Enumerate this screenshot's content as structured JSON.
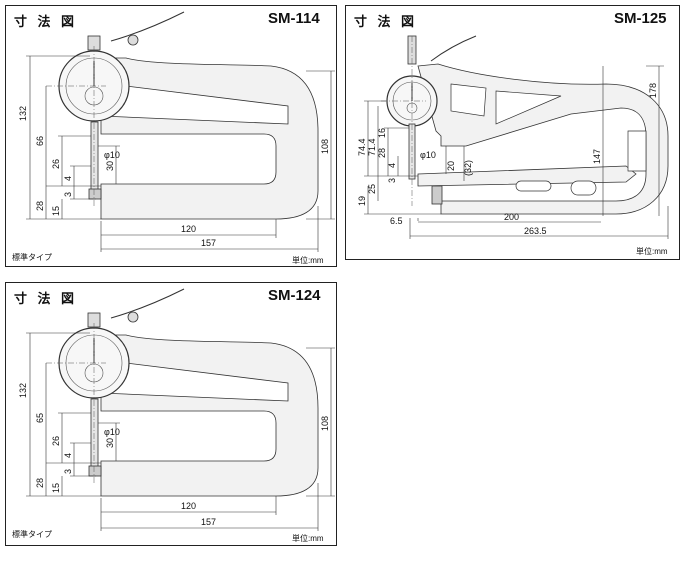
{
  "panels": {
    "sm114": {
      "title": "寸 法 図",
      "model": "SM-114",
      "type_label": "標準タイプ",
      "unit_label": "単位:mm",
      "dims": {
        "d132": "132",
        "d66": "66",
        "d28": "28",
        "d26": "26",
        "d15": "15",
        "d4": "4",
        "d3": "3",
        "phi": "φ10",
        "d30": "30",
        "d120": "120",
        "d157": "157",
        "d108": "108"
      }
    },
    "sm125": {
      "title": "寸 法 図",
      "model": "SM-125",
      "unit_label": "単位:mm",
      "dims": {
        "d74_4": "74.4",
        "d71_4": "71.4",
        "d16": "16",
        "d28": "28",
        "d4": "4",
        "d3": "3",
        "d25": "25",
        "d19": "19",
        "phi": "φ10",
        "d20": "20",
        "d32": "(32)",
        "d147": "147",
        "d178": "178",
        "d200": "200",
        "d6_5": "6.5",
        "d263_5": "263.5"
      }
    },
    "sm124": {
      "title": "寸 法 図",
      "model": "SM-124",
      "type_label": "標準タイプ",
      "unit_label": "単位:mm",
      "dims": {
        "d132": "132",
        "d65": "65",
        "d28": "28",
        "d26": "26",
        "d15": "15",
        "d4": "4",
        "d3": "3",
        "phi": "φ10",
        "d30": "30",
        "d120": "120",
        "d157": "157",
        "d108": "108"
      }
    }
  },
  "colors": {
    "frame_fill": "#f2f2f2",
    "dial_fill": "#f7f7f7",
    "line": "#333333",
    "panel_border": "#222222"
  }
}
